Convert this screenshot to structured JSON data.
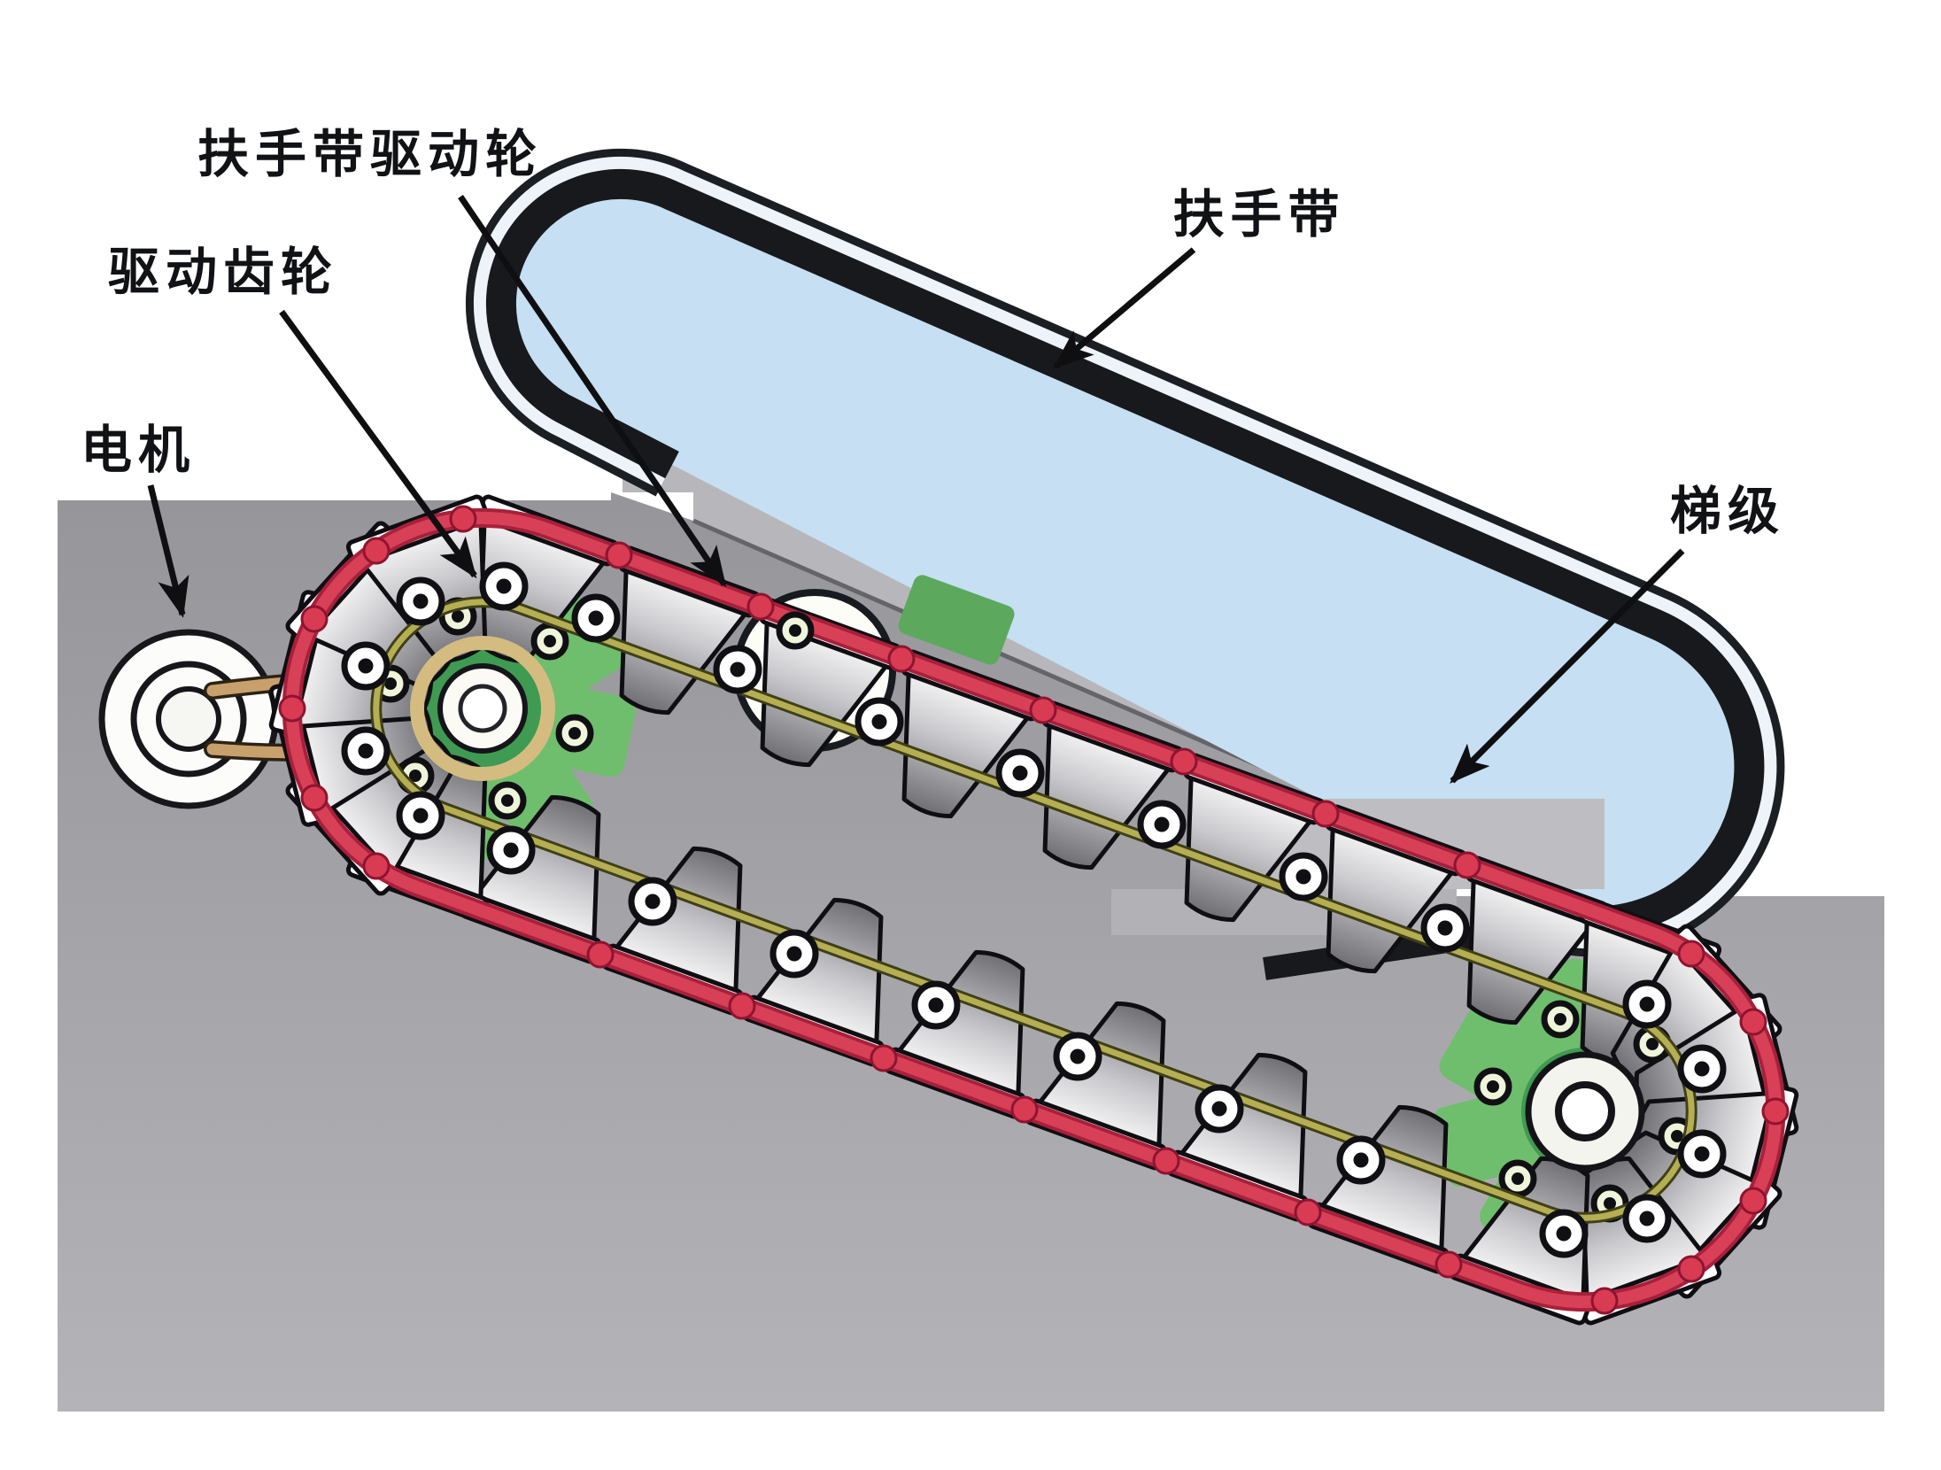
{
  "labels": {
    "handrail_drive_wheel": "扶手带驱动轮",
    "drive_gear": "驱动齿轮",
    "motor": "电机",
    "handrail_belt": "扶手带",
    "step": "梯级"
  },
  "colors": {
    "background": "#ffffff",
    "ground_gray": "#a3a3a7",
    "deck_gray": "#b7b7bb",
    "platform_gray": "#bebec2",
    "handrail_panel": "#c6dff2",
    "handrail_band": "#17191c",
    "handrail_gap": "#edf3f8",
    "chain_red": "#d84058",
    "chain_olive": "#b5ae52",
    "gear_green": "#6fbe6d",
    "gear_green_dark": "#3f9a52",
    "hub_gold": "#d4bc80",
    "belt_tan": "#c7a06c",
    "line_black": "#0f0f12"
  }
}
